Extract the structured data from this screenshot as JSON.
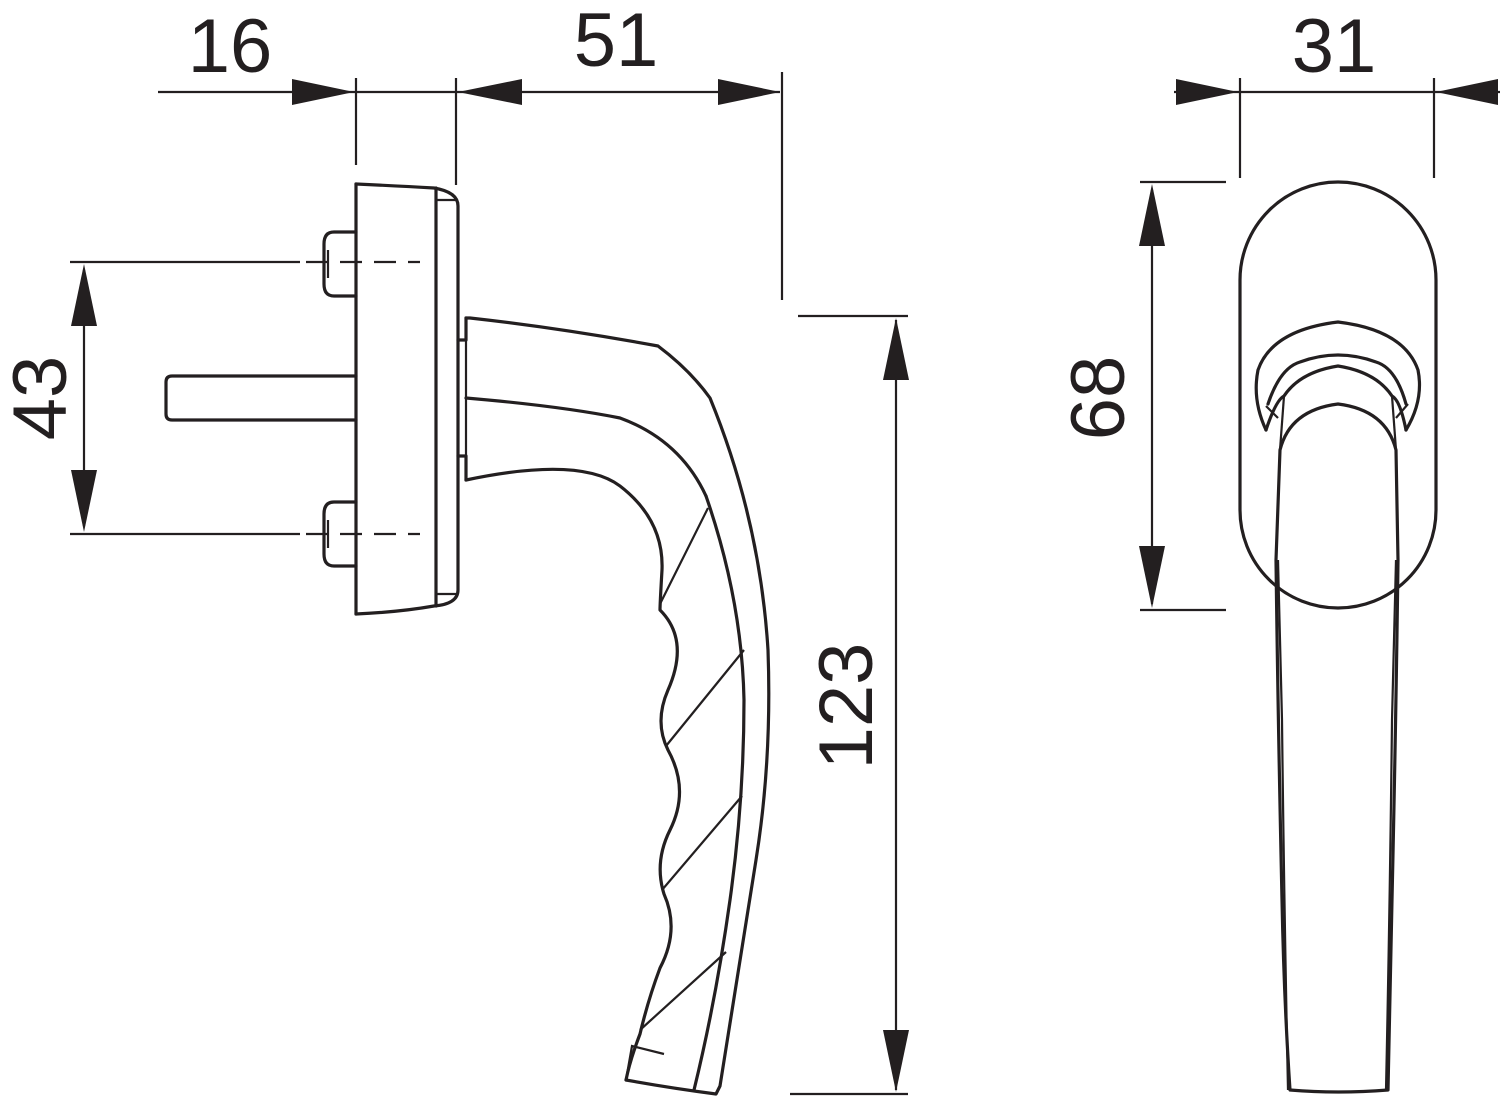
{
  "dimensions": {
    "base_depth": "16",
    "handle_projection": "51",
    "handle_width": "31",
    "screw_spacing": "43",
    "rose_height": "68",
    "handle_length": "123"
  },
  "colors": {
    "line": "#231f20",
    "background": "#ffffff"
  }
}
